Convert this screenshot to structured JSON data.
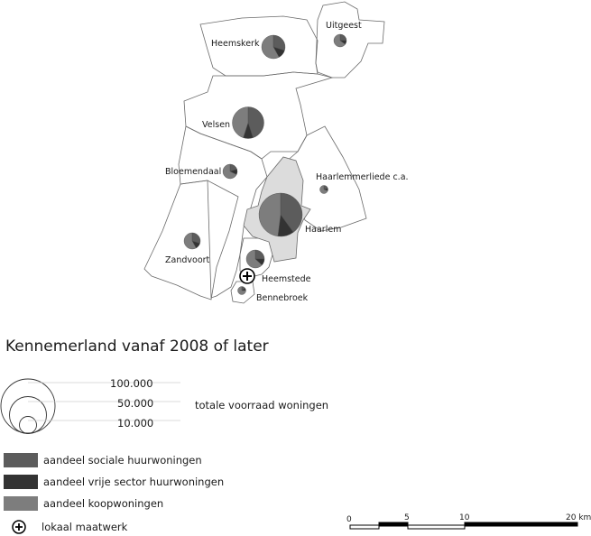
{
  "legend": {
    "title": "Kennemerland vanaf 2008 of later",
    "size_values": [
      "100.000",
      "50.000",
      "10.000"
    ],
    "size_caption": "totale voorraad woningen",
    "categories": [
      {
        "label": "aandeel sociale huurwoningen",
        "color": "#5c5c5c"
      },
      {
        "label": "aandeel vrije sector huurwoningen",
        "color": "#333333"
      },
      {
        "label": "aandeel koopwoningen",
        "color": "#7d7d7d"
      }
    ],
    "maatwerk_label": "lokaal maatwerk"
  },
  "municipalities": [
    {
      "name": "Heemskerk",
      "shares": [
        0.3,
        0.12,
        0.58
      ]
    },
    {
      "name": "Uitgeest",
      "shares": [
        0.25,
        0.1,
        0.65
      ]
    },
    {
      "name": "Velsen",
      "shares": [
        0.45,
        0.1,
        0.45
      ]
    },
    {
      "name": "Bloemendaal",
      "shares": [
        0.2,
        0.12,
        0.68
      ]
    },
    {
      "name": "Haarlemmerliede c.a.",
      "shares": [
        0.2,
        0.1,
        0.7
      ]
    },
    {
      "name": "Haarlem",
      "shares": [
        0.4,
        0.12,
        0.48
      ]
    },
    {
      "name": "Zandvoort",
      "shares": [
        0.3,
        0.12,
        0.58
      ]
    },
    {
      "name": "Heemstede",
      "shares": [
        0.25,
        0.12,
        0.63
      ]
    },
    {
      "name": "Bennebroek",
      "shares": [
        0.15,
        0.1,
        0.75
      ]
    }
  ],
  "scalebar": {
    "labels": [
      "0",
      "5",
      "10",
      "20 km"
    ]
  }
}
